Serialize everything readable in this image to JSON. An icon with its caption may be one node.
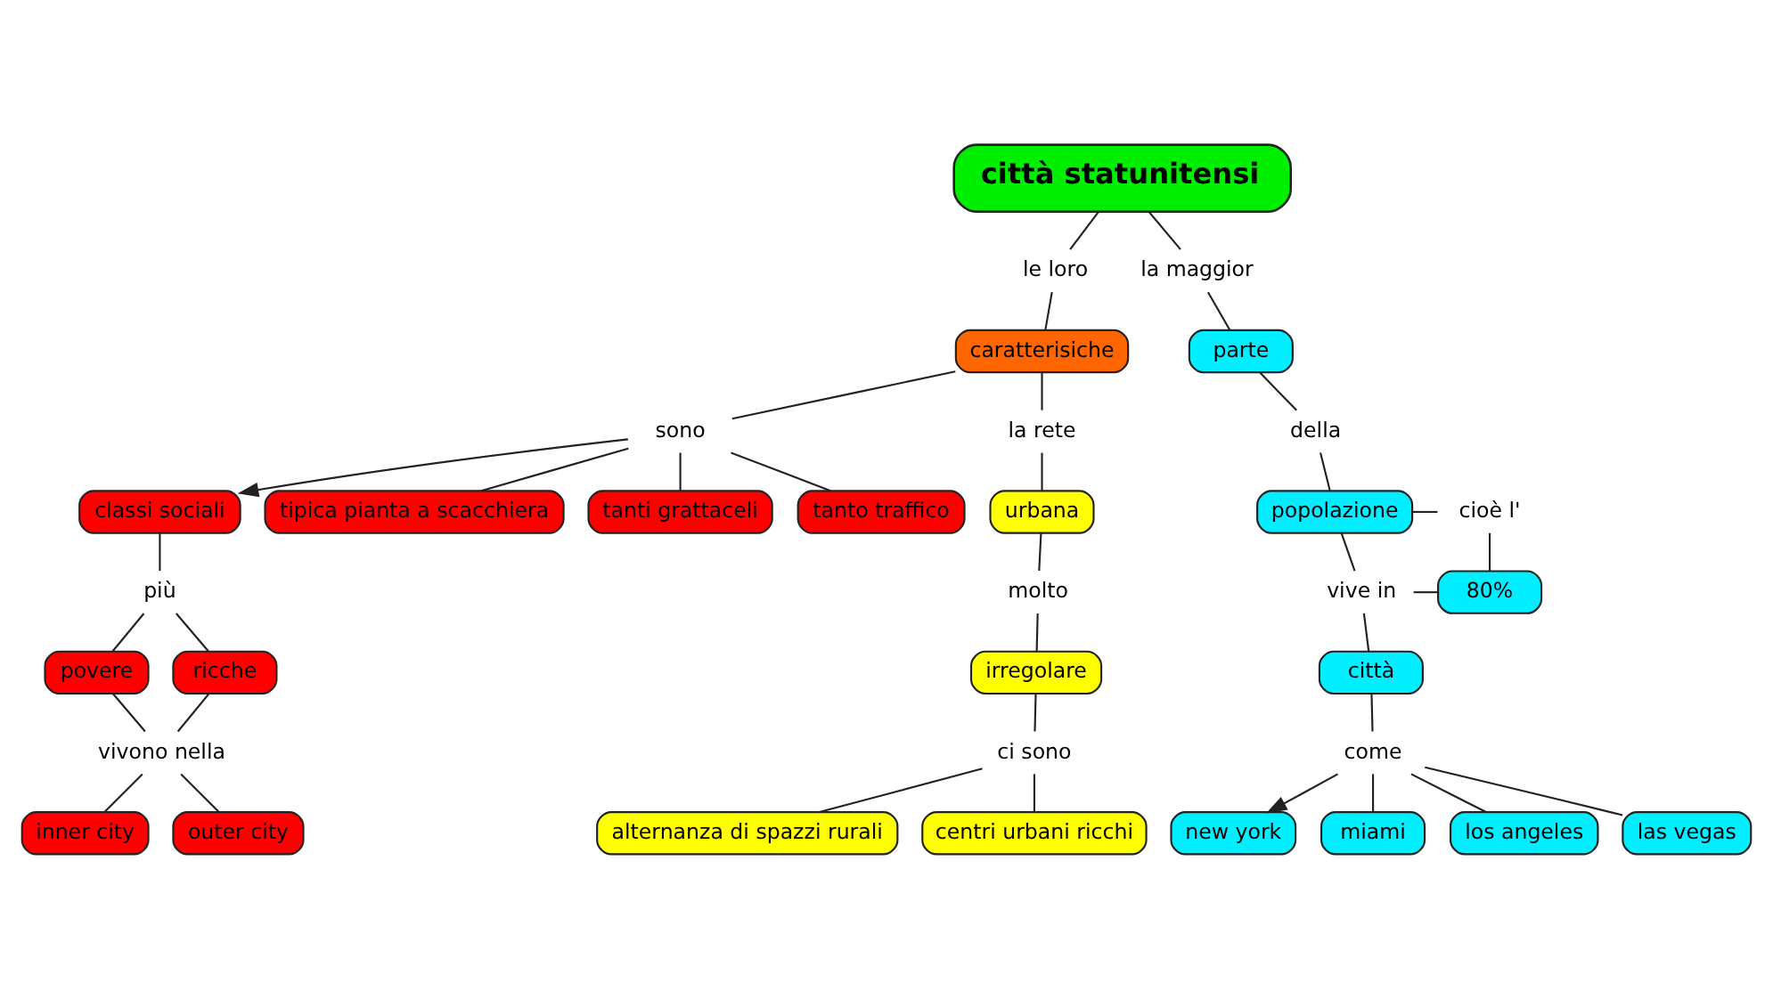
{
  "diagram": {
    "nodes": [
      {
        "text": [
          "città statunitensi"
        ]
      },
      {
        "text": [
          "le loro"
        ]
      },
      {
        "text": [
          "la maggior"
        ]
      },
      {
        "text": [
          "parte"
        ]
      },
      {
        "text": [
          "caratterisiche"
        ]
      },
      {
        "text": [
          "della"
        ]
      },
      {
        "text": [
          "sono"
        ]
      },
      {
        "text": [
          "classi sociali"
        ]
      },
      {
        "text": [
          "popolazione"
        ]
      },
      {
        "text": [
          "cioè l'"
        ]
      },
      {
        "text": [
          "la rete"
        ]
      },
      {
        "text": [
          "più"
        ]
      },
      {
        "text": [
          "tipica pianta a scacchiera"
        ]
      },
      {
        "text": [
          "vive in"
        ]
      },
      {
        "text": [
          "80%"
        ]
      },
      {
        "text": [
          "povere"
        ]
      },
      {
        "text": [
          "urbana"
        ]
      },
      {
        "text": [
          "ricche"
        ]
      },
      {
        "text": [
          "tanti grattaceli"
        ]
      },
      {
        "text": [
          "città"
        ]
      },
      {
        "text": [
          "molto"
        ]
      },
      {
        "text": [
          "tanto traffico"
        ]
      },
      {
        "text": [
          "vivono nella"
        ]
      },
      {
        "text": [
          "come"
        ]
      },
      {
        "text": [
          "irregolare"
        ]
      },
      {
        "text": [
          "new york"
        ]
      },
      {
        "text": [
          "ci sono"
        ]
      },
      {
        "text": [
          "inner city"
        ]
      },
      {
        "text": [
          "outer city"
        ]
      },
      {
        "text": [
          "miami"
        ]
      },
      {
        "text": [
          "los angeles"
        ]
      },
      {
        "text": [
          "alternanza di spazzi rurali"
        ]
      },
      {
        "text": [
          "centri urbani ricchi"
        ]
      },
      {
        "text": [
          "las vegas"
        ]
      }
    ],
    "edges": [
      {
        "from": 0,
        "to": 1,
        "arrow": "none"
      },
      {
        "from": 1,
        "to": 4,
        "arrow": "none"
      },
      {
        "from": 0,
        "to": 2,
        "arrow": "none"
      },
      {
        "from": 2,
        "to": 3,
        "arrow": "none"
      },
      {
        "from": 3,
        "to": 5,
        "arrow": "none"
      },
      {
        "from": 5,
        "to": 8,
        "arrow": "none"
      },
      {
        "from": 8,
        "to": 9,
        "arrow": "none"
      },
      {
        "from": 9,
        "to": 14,
        "arrow": "none"
      },
      {
        "from": 13,
        "to": 14,
        "arrow": "none"
      },
      {
        "from": 8,
        "to": 13,
        "arrow": "none"
      },
      {
        "from": 13,
        "to": 19,
        "arrow": "none"
      },
      {
        "from": 4,
        "to": 6,
        "arrow": "none"
      },
      {
        "from": 6,
        "to": 7,
        "arrow": "to"
      },
      {
        "from": 6,
        "to": 12,
        "arrow": "none"
      },
      {
        "from": 6,
        "to": 18,
        "arrow": "none"
      },
      {
        "from": 6,
        "to": 21,
        "arrow": "none"
      },
      {
        "from": 4,
        "to": 10,
        "arrow": "none"
      },
      {
        "from": 10,
        "to": 16,
        "arrow": "none"
      },
      {
        "from": 16,
        "to": 20,
        "arrow": "none"
      },
      {
        "from": 20,
        "to": 24,
        "arrow": "none"
      },
      {
        "from": 24,
        "to": 26,
        "arrow": "none"
      },
      {
        "from": 26,
        "to": 31,
        "arrow": "none"
      },
      {
        "from": 26,
        "to": 32,
        "arrow": "none"
      },
      {
        "from": 7,
        "to": 11,
        "arrow": "none"
      },
      {
        "from": 11,
        "to": 15,
        "arrow": "none"
      },
      {
        "from": 11,
        "to": 17,
        "arrow": "none"
      },
      {
        "from": 15,
        "to": 22,
        "arrow": "none"
      },
      {
        "from": 17,
        "to": 22,
        "arrow": "none"
      },
      {
        "from": 22,
        "to": 27,
        "arrow": "none"
      },
      {
        "from": 22,
        "to": 28,
        "arrow": "none"
      },
      {
        "from": 19,
        "to": 23,
        "arrow": "none"
      },
      {
        "from": 23,
        "to": 25,
        "arrow": "to"
      },
      {
        "from": 23,
        "to": 29,
        "arrow": "none"
      },
      {
        "from": 23,
        "to": 30,
        "arrow": "none"
      },
      {
        "from": 23,
        "to": 33,
        "arrow": "none"
      }
    ]
  }
}
